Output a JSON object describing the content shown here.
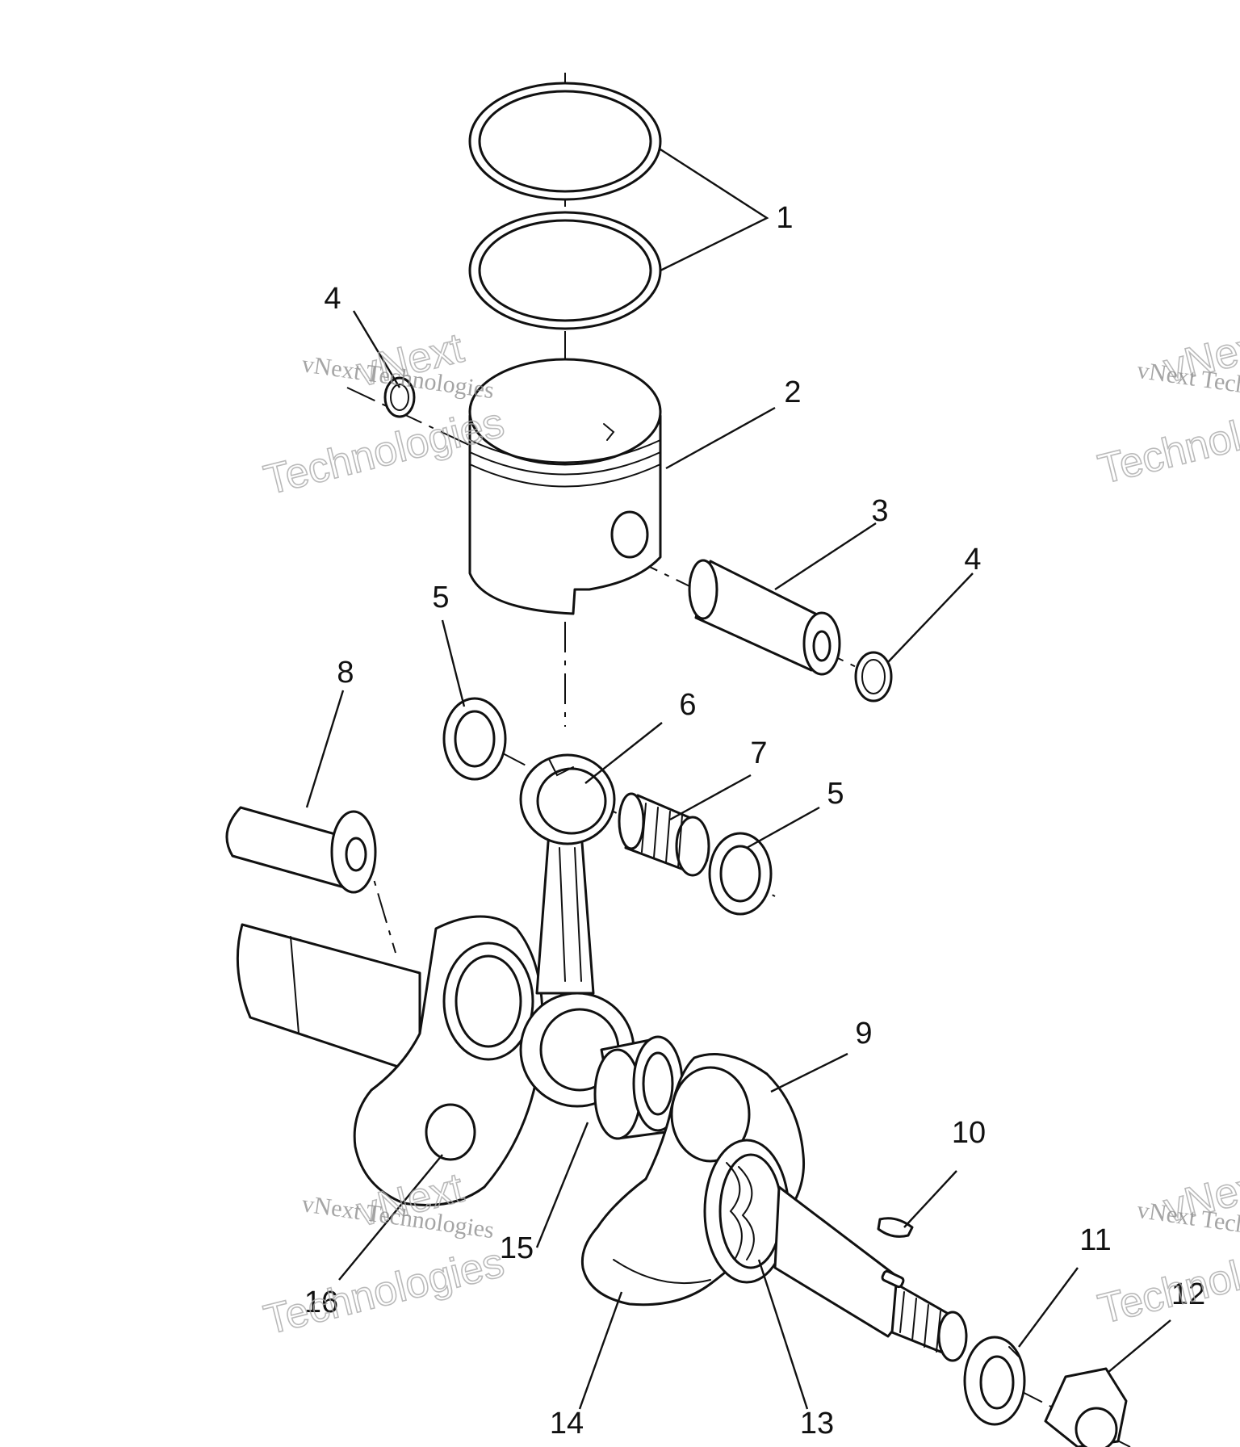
{
  "callouts": {
    "c1": "1",
    "c2": "2",
    "c3": "3",
    "c4a": "4",
    "c4b": "4",
    "c5a": "5",
    "c5b": "5",
    "c6": "6",
    "c7": "7",
    "c8": "8",
    "c9": "9",
    "c10": "10",
    "c11": "11",
    "c12": "12",
    "c13": "13",
    "c14": "14",
    "c15": "15",
    "c16": "16"
  },
  "watermark": {
    "line_small": "vNext Technologies",
    "line_big_1": "vNext",
    "line_big_2": "Technologies"
  },
  "colors": {
    "ink": "#111111",
    "background": "#ffffff",
    "watermark": "#aaaaaa"
  }
}
